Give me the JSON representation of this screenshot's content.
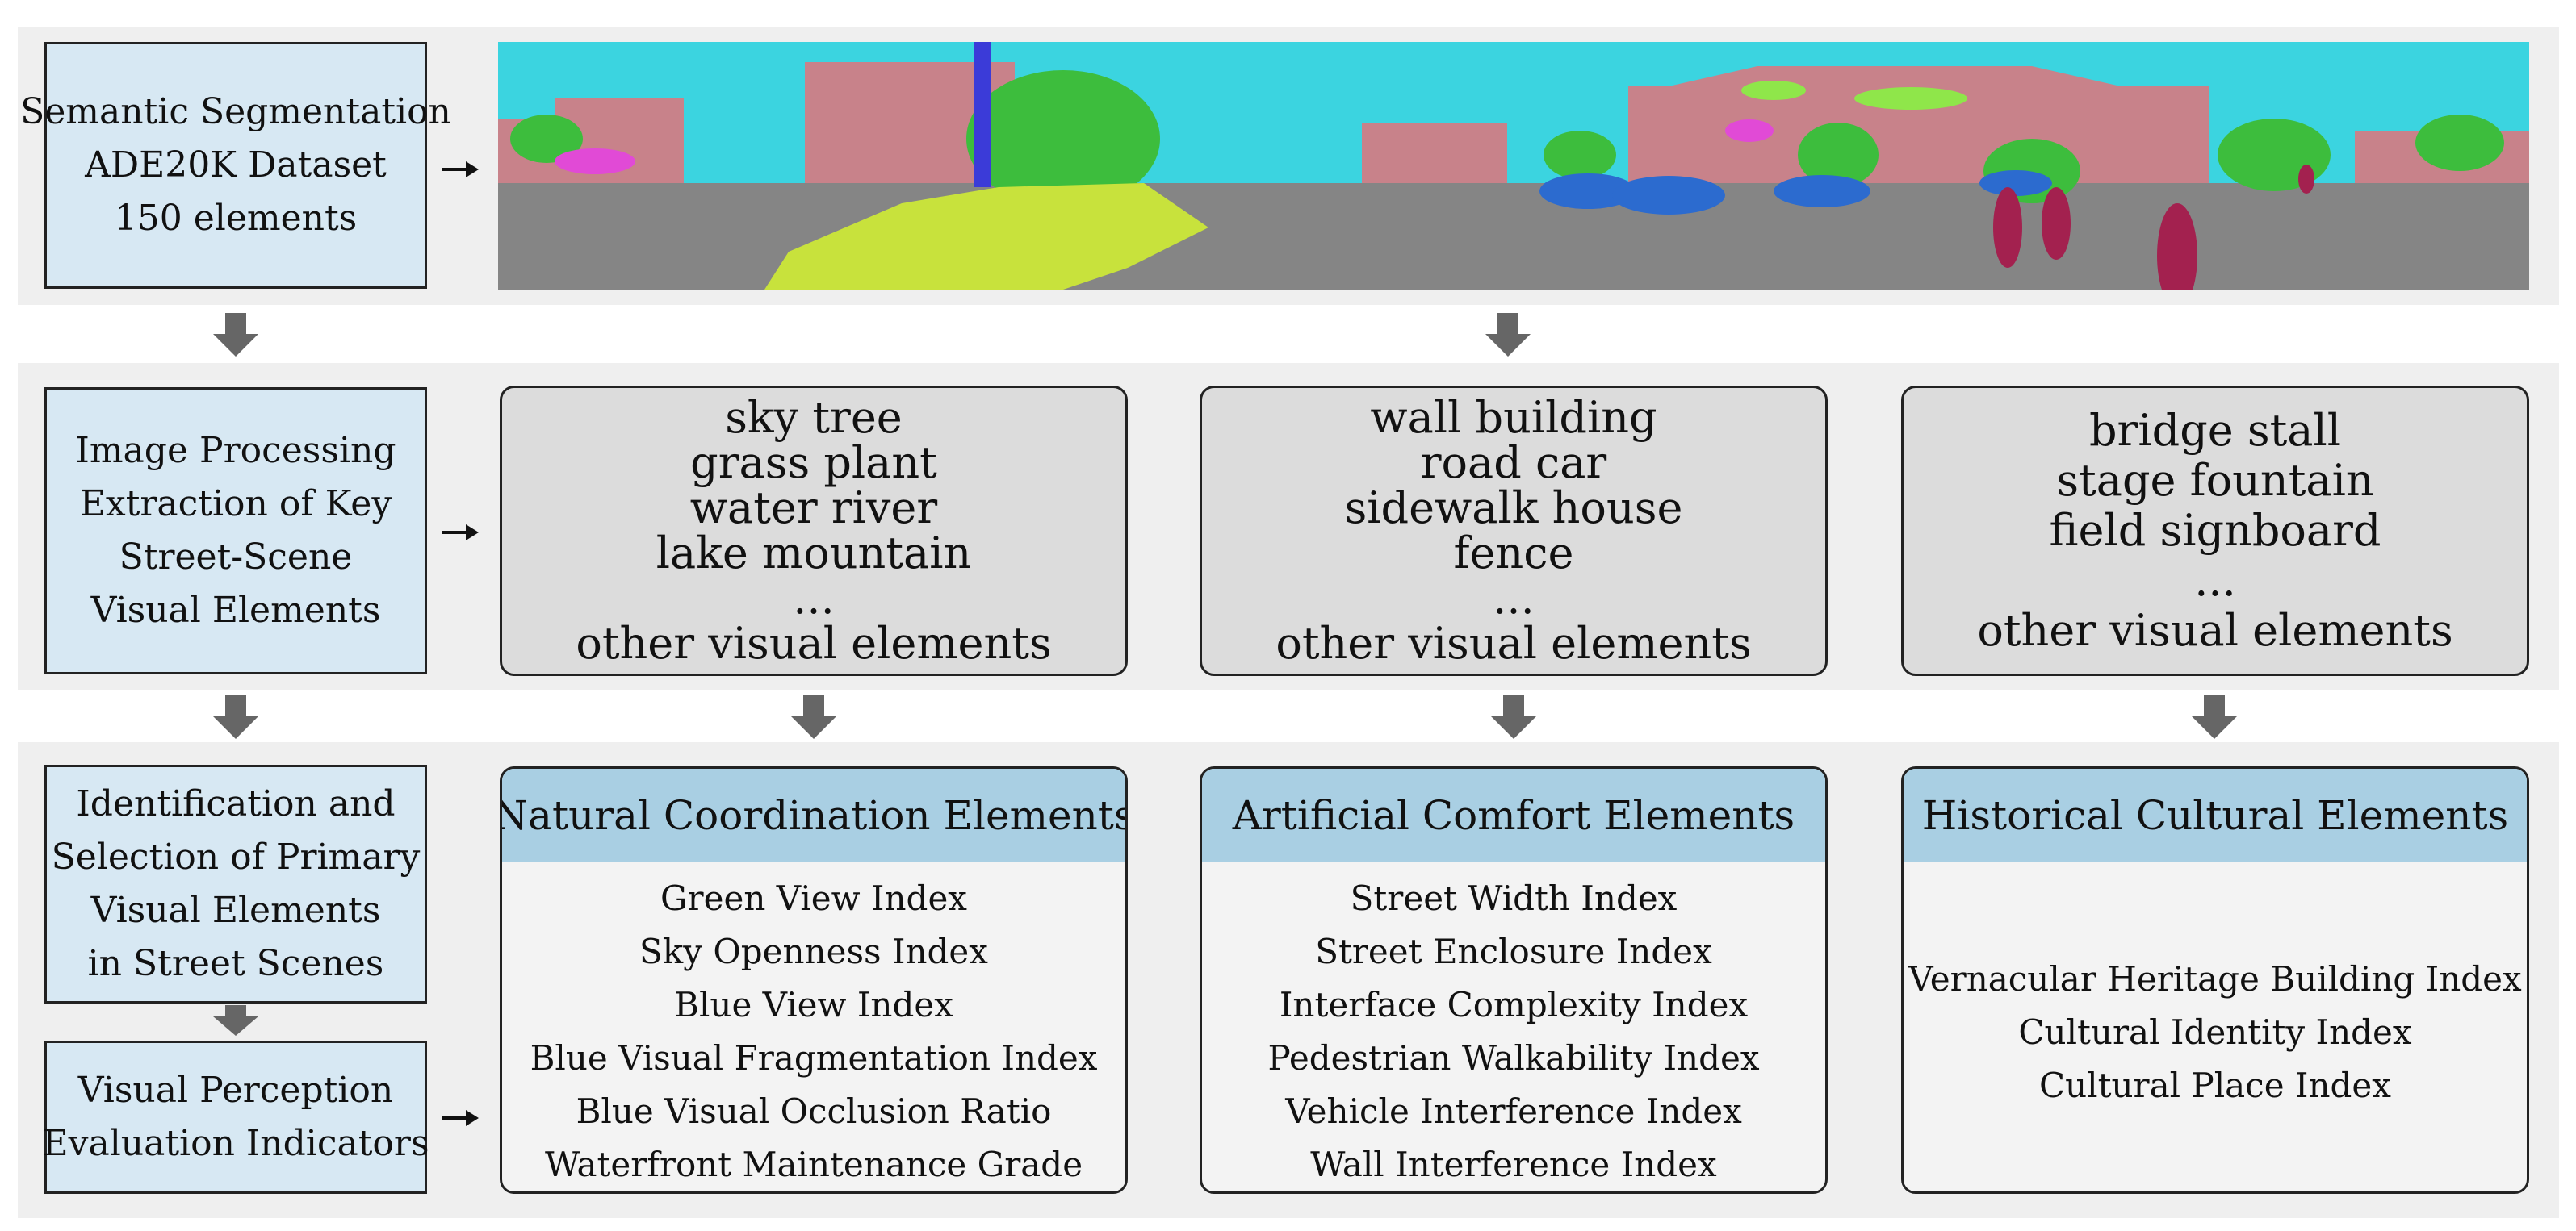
{
  "colors": {
    "band": "#efefef",
    "left_box": "#d7e8f3",
    "element_box": "#dcdcdc",
    "category_header": "#a9cfe3",
    "arrow": "#666666"
  },
  "row1": {
    "label_lines": [
      "Semantic Segmentation",
      "ADE20K Dataset",
      "150 elements"
    ]
  },
  "row2": {
    "label_lines": [
      "Image Processing",
      "Extraction of Key",
      "Street-Scene",
      "Visual Elements"
    ],
    "natural_lines": [
      "sky  tree",
      "grass  plant",
      "water  river",
      "lake  mountain",
      "...",
      "other visual elements"
    ],
    "artificial_lines": [
      "wall  building",
      "road  car",
      "sidewalk  house",
      "fence",
      "...",
      "other visual elements"
    ],
    "historical_lines": [
      "bridge  stall",
      "stage  fountain",
      "field  signboard",
      "...",
      "other visual elements"
    ]
  },
  "row3": {
    "identification_lines": [
      "Identification and",
      "Selection of Primary",
      "Visual Elements",
      "in Street Scenes"
    ],
    "evaluation_lines": [
      "Visual Perception",
      "Evaluation Indicators"
    ],
    "categories": [
      {
        "title": "Natural Coordination Elements",
        "indices": [
          "Green View Index",
          "Sky Openness Index",
          "Blue View Index",
          "Blue Visual Fragmentation Index",
          "Blue Visual Occlusion Ratio",
          "Waterfront Maintenance Grade"
        ]
      },
      {
        "title": "Artificial Comfort Elements",
        "indices": [
          "Street Width Index",
          "Street Enclosure Index",
          "Interface Complexity Index",
          "Pedestrian Walkability Index",
          "Vehicle Interference Index",
          "Wall Interference Index"
        ]
      },
      {
        "title": "Historical Cultural Elements",
        "indices": [
          "Vernacular Heritage Building Index",
          "Cultural Identity Index",
          "Cultural Place Index"
        ]
      }
    ]
  }
}
